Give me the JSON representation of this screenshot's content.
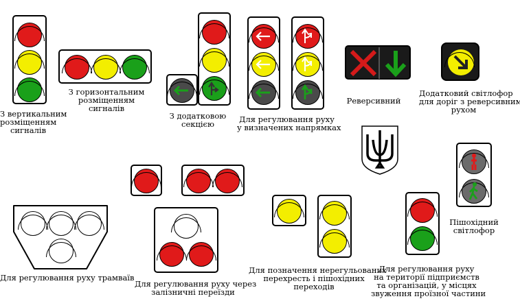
{
  "labels": {
    "vertical": [
      "З вертикальним",
      "розміщенням",
      "сигналів"
    ],
    "horizontal": [
      "З горизонтальним",
      "розміщенням",
      "сигналів"
    ],
    "additional": [
      "З додатковою",
      "секцією"
    ],
    "directions": [
      "Для регулювання руху",
      "у визначених напрямках"
    ],
    "reversible": [
      "Реверсивний"
    ],
    "additional_reversible": [
      "Додатковий  світлофор",
      "для доріг з реверсивним",
      "рухом"
    ],
    "pedestrian": [
      "Пішохідний",
      "світлофор"
    ],
    "tram": [
      "Для регулювання руху трамваїв"
    ],
    "railway": [
      "Для регулювання руху через",
      "залізничні переїзди"
    ],
    "unregulated": [
      "Для позначення нерегульованих",
      "перехресть і пішохідних",
      "переходів"
    ],
    "enterprise": [
      "Для регулювання руху",
      "на території підприємств",
      "та організацій, у місцях",
      "звуження проїзної частини"
    ]
  },
  "colors": {
    "red": "#e01a1a",
    "yellow": "#f3ee00",
    "green": "#1aa01a"
  },
  "icons": [
    "arrow-left-icon",
    "arrow-right-up-icon",
    "cross-icon",
    "arrow-down-icon",
    "arrow-diagonal-icon",
    "trident-coat-of-arms-icon",
    "pedestrian-icon"
  ]
}
